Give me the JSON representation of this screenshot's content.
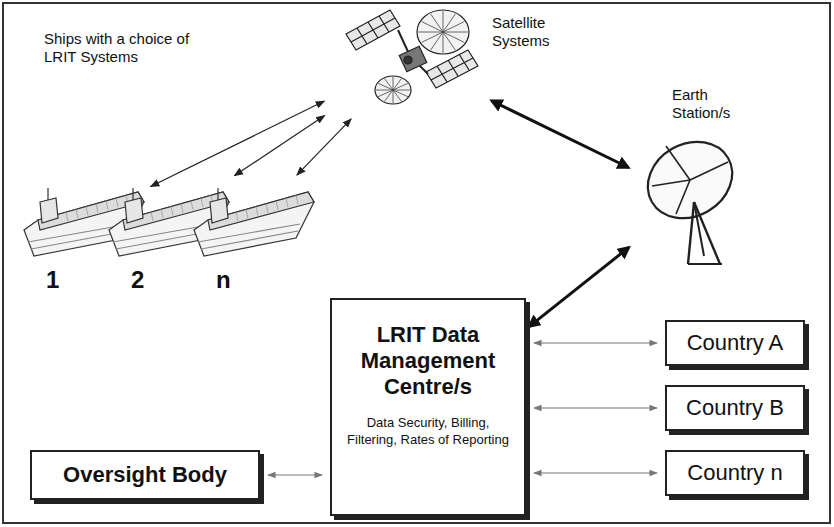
{
  "diagram": {
    "nodes": [
      {
        "text": [
          "Satellite Systems"
        ]
      },
      {
        "text": [
          "Earth Station/s"
        ]
      },
      {
        "text": [
          "1"
        ]
      },
      {
        "text": [
          "2"
        ]
      },
      {
        "text": [
          "n"
        ]
      },
      {
        "text": [
          "LRIT Data Management Centre/s",
          "Data Security, Billing, Filtering, Rates of Reporting"
        ]
      },
      {
        "text": [
          "Country A"
        ]
      },
      {
        "text": [
          "Country B"
        ]
      },
      {
        "text": [
          "Country n"
        ]
      },
      {
        "text": [
          "Oversight Body"
        ]
      }
    ],
    "edges": [
      {
        "from": 0,
        "to": 2,
        "arrow": "both"
      },
      {
        "from": 0,
        "to": 3,
        "arrow": "both"
      },
      {
        "from": 0,
        "to": 4,
        "arrow": "both"
      },
      {
        "from": 0,
        "to": 1,
        "arrow": "both"
      },
      {
        "from": 1,
        "to": 5,
        "arrow": "both"
      },
      {
        "from": 5,
        "to": 6,
        "arrow": "both"
      },
      {
        "from": 5,
        "to": 7,
        "arrow": "both"
      },
      {
        "from": 5,
        "to": 8,
        "arrow": "both"
      },
      {
        "from": 9,
        "to": 5,
        "arrow": "both"
      }
    ],
    "labels": [
      "Ships with a choice of LRIT Systems"
    ]
  }
}
